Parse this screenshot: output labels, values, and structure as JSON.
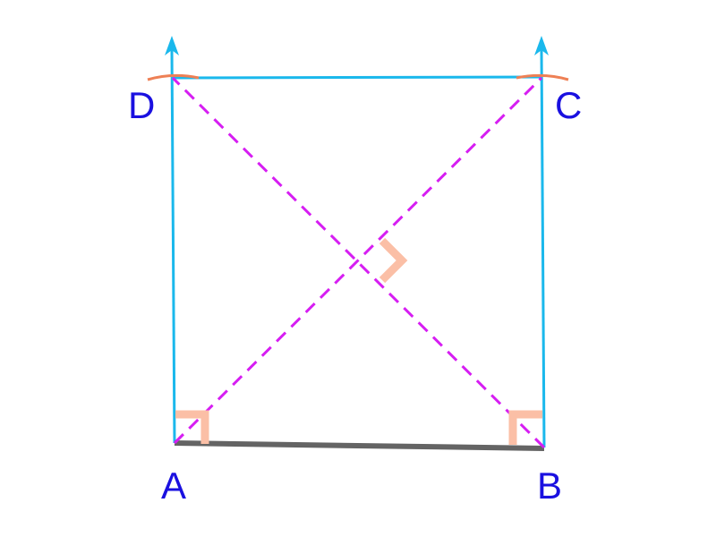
{
  "vertices": {
    "A": "A",
    "B": "B",
    "C": "C",
    "D": "D"
  },
  "colors": {
    "label": "#1a10e0",
    "side": "#1ab8ec",
    "base": "#646464",
    "diagonal": "#d61ef2",
    "arc": "#ee8055",
    "right_angle_mark": "#fbbfa6",
    "arrow": "#1ab8ec"
  },
  "icons": {
    "arrow_tip": "arrowhead-up",
    "right_angle": "right-angle-mark",
    "arc": "compass-arc"
  }
}
